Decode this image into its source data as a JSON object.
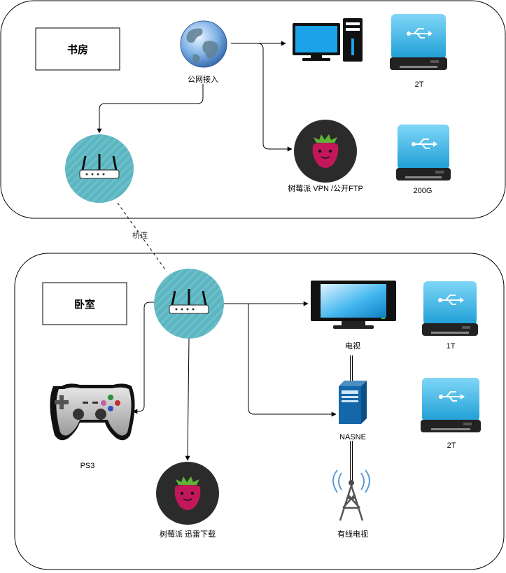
{
  "rooms": {
    "study": {
      "title": "书房"
    },
    "bedroom": {
      "title": "卧室"
    }
  },
  "nodes": {
    "internet": {
      "label": "公网接入",
      "icon": "globe-icon"
    },
    "study_pc": {
      "label": "",
      "icon": "desktop-computer-icon"
    },
    "study_disk_1": {
      "label": "2T",
      "icon": "usb-drive-icon"
    },
    "study_router": {
      "label": "",
      "icon": "router-icon"
    },
    "study_pi": {
      "label": "树莓派 VPN /公开FTP",
      "icon": "raspberry-pi-icon"
    },
    "study_disk_2": {
      "label": "200G",
      "icon": "usb-drive-icon"
    },
    "bedroom_router": {
      "label": "",
      "icon": "router-icon"
    },
    "tv": {
      "label": "电视",
      "icon": "tv-icon"
    },
    "bedroom_disk_1": {
      "label": "1T",
      "icon": "usb-drive-icon"
    },
    "ps3": {
      "label": "PS3",
      "icon": "gamepad-icon"
    },
    "nas": {
      "label": "NASNE",
      "icon": "server-tower-icon"
    },
    "bedroom_disk_2": {
      "label": "2T",
      "icon": "usb-drive-icon"
    },
    "bedroom_pi": {
      "label": "树莓派 迅雷下载",
      "icon": "raspberry-pi-icon"
    },
    "cable_tv": {
      "label": "有线电视",
      "icon": "antenna-tower-icon"
    }
  },
  "edges": {
    "bridge": {
      "label": "桥连"
    }
  },
  "colors": {
    "router_bg": "#5cb5c0",
    "pi_bg": "#2b2b2b",
    "pi_berry": "#c2185b",
    "disk_body": "#3fb6e6",
    "disk_base": "#222222",
    "screen": "#1aa3e8"
  }
}
